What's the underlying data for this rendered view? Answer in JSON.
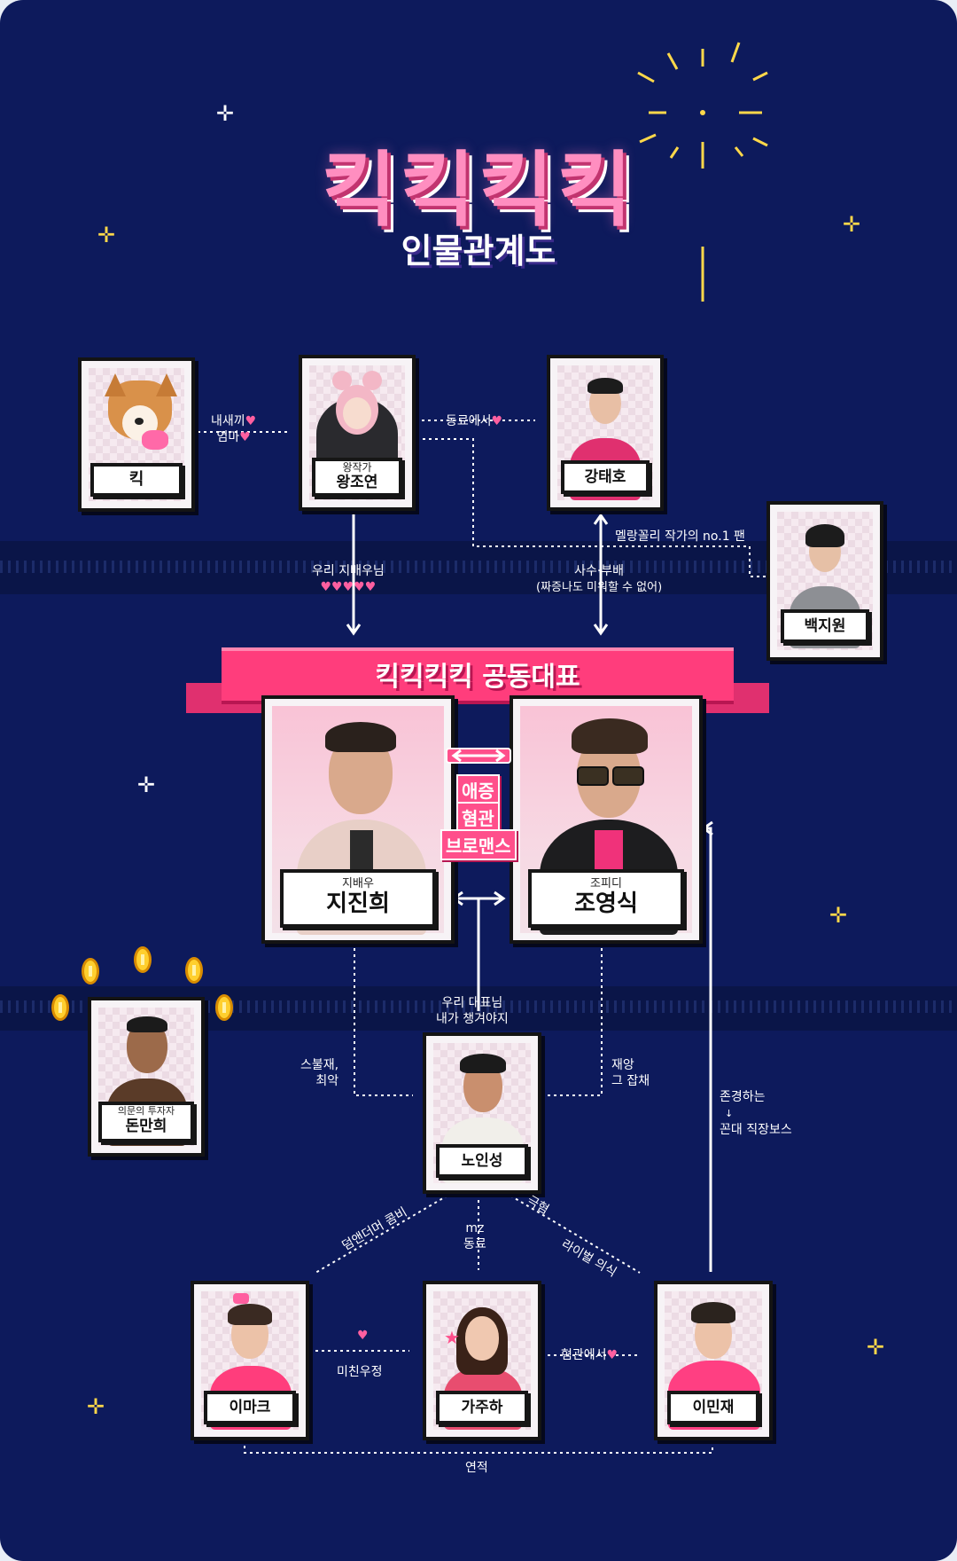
{
  "title": {
    "main": "킥킥킥킥",
    "sub": "인물관계도"
  },
  "colors": {
    "background": "#0d1a5c",
    "band": "#0a1548",
    "accent_pink": "#ff3d7c",
    "heart": "#ff5fa0",
    "line": "#ffffff",
    "coin": "#ffcf2e"
  },
  "characters": {
    "kick": {
      "name": "킥"
    },
    "wang": {
      "role": "왕작가",
      "name": "왕조연"
    },
    "kang": {
      "name": "강태호"
    },
    "baek": {
      "name": "백지원"
    },
    "ji": {
      "role": "지배우",
      "name": "지진희"
    },
    "jo": {
      "role": "조피디",
      "name": "조영식"
    },
    "don": {
      "role": "의문의 투자자",
      "name": "돈만희"
    },
    "no": {
      "name": "노인성"
    },
    "imark": {
      "name": "이마크"
    },
    "gaju": {
      "name": "가주하"
    },
    "imin": {
      "name": "이민재"
    }
  },
  "ribbon": {
    "text": "킥킥킥킥 공동대표"
  },
  "relations": {
    "kick_wang_1": "내새끼",
    "kick_wang_2": "엄마",
    "wang_kang": "동료에서",
    "baek_fan": "멜랑꼴리 작가의 no.1 팬",
    "wang_ji": "우리 지배우님",
    "kang_jo_1": "사수·부배",
    "kang_jo_2": "(짜증나도 미워할 수 없어)",
    "ji_jo": [
      "애증",
      "혐관",
      "브로맨스"
    ],
    "ji_no_top_1": "우리 대표님",
    "ji_no_top_2": "내가 챙겨야지",
    "ji_no_1": "스불재,",
    "ji_no_2": "최악",
    "jo_no_1": "재앙",
    "jo_no_2": "그 잡채",
    "imin_jo_1": "존경하는",
    "imin_jo_arrow": "↓",
    "imin_jo_2": "꼰대 직장보스",
    "no_imark": "덤앤더머 콤비",
    "no_gaju_1": "mz",
    "no_gaju_2": "동료",
    "no_imin_1": "극혐",
    "no_imin_2": "라이벌 의식",
    "imark_gaju": "미친우정",
    "gaju_imin": "혐관에서",
    "imark_imin": "연적"
  }
}
